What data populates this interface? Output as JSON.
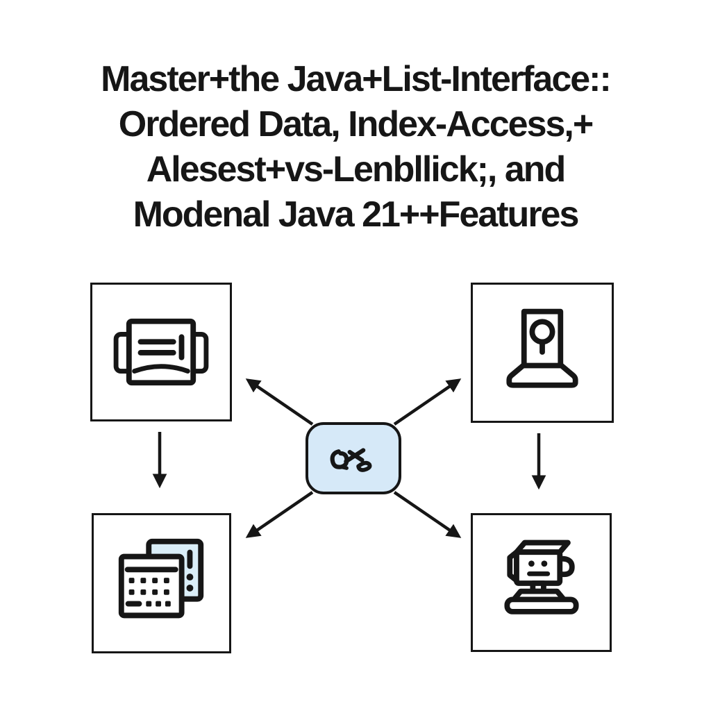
{
  "title": {
    "lines": [
      "Master+the Java+List-Interface::",
      "Ordered Data, Index-Access,+",
      "Alesest+vs-Lenbllick;, and",
      "Modenal Java 21++Features"
    ]
  },
  "colors": {
    "background": "#ffffff",
    "ink": "#161616",
    "center_fill": "#d6e9f8",
    "icon_accent": "#daeef8"
  },
  "diagram": {
    "center": {
      "icon": "java-scribble-icon"
    },
    "nodes": [
      {
        "id": "top-left",
        "icon": "list-card-icon"
      },
      {
        "id": "top-right",
        "icon": "document-search-icon"
      },
      {
        "id": "bottom-left",
        "icon": "calendar-grid-icon"
      },
      {
        "id": "bottom-right",
        "icon": "robot-icon"
      }
    ],
    "arrows": [
      {
        "id": "center-to-top-left"
      },
      {
        "id": "center-to-top-right"
      },
      {
        "id": "center-to-bottom-left"
      },
      {
        "id": "center-to-bottom-right"
      },
      {
        "id": "top-left-to-bottom-left"
      },
      {
        "id": "top-right-to-bottom-right"
      }
    ]
  }
}
